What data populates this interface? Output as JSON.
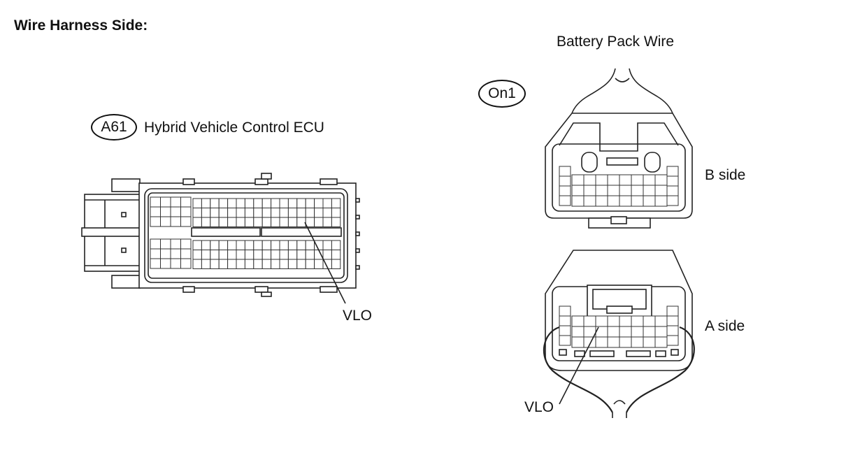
{
  "heading": "Wire Harness Side:",
  "left_connector": {
    "code": "A61",
    "name": "Hybrid Vehicle Control ECU",
    "terminal_label": "VLO"
  },
  "right_connector": {
    "wire_name": "Battery Pack Wire",
    "code": "On1",
    "side_b_label": "B side",
    "side_a_label": "A side",
    "terminal_label": "VLO"
  }
}
